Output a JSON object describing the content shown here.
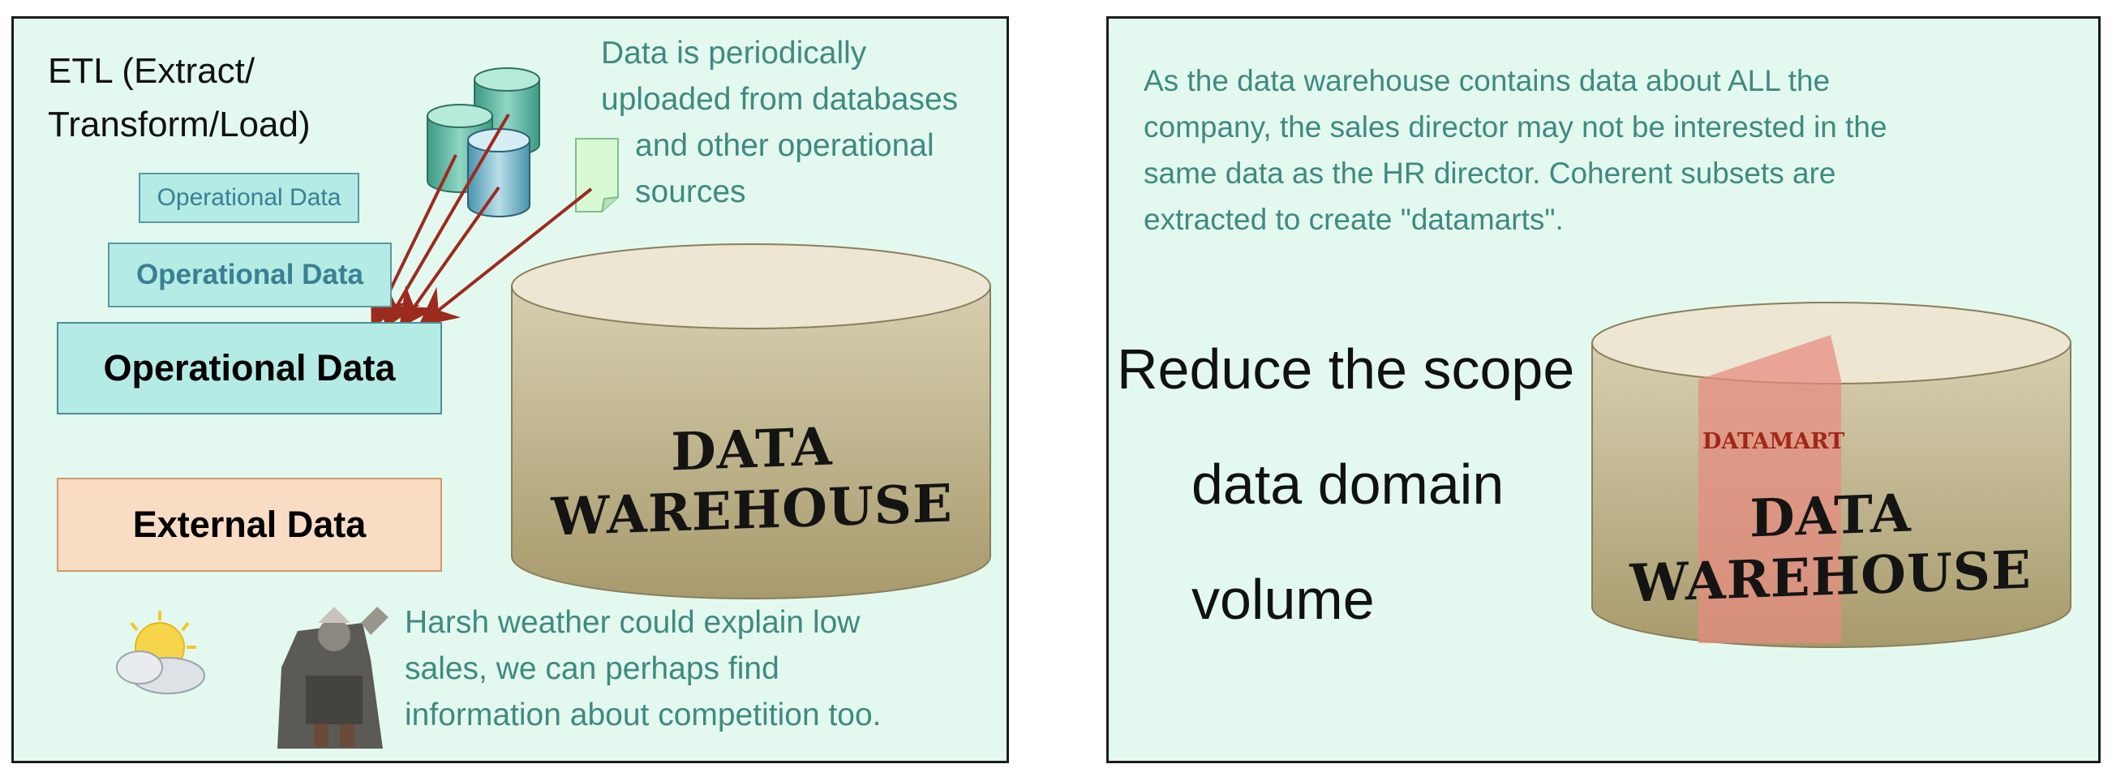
{
  "left_slide": {
    "etl_title": [
      "ETL (Extract/",
      "Transform/Load)"
    ],
    "upload_note": [
      "Data is periodically",
      "uploaded from databases",
      "and other operational",
      "sources"
    ],
    "operational_boxes": [
      "Operational Data",
      "Operational Data",
      "Operational Data"
    ],
    "external_box": "External Data",
    "warehouse_label": "DATA WAREHOUSE",
    "weather_note": [
      "Harsh weather could explain low",
      "sales, we can perhaps find",
      "information about competition too."
    ],
    "icons": [
      "database-cylinder-icon",
      "document-icon",
      "weather-icon",
      "character-icon"
    ]
  },
  "right_slide": {
    "intro": [
      "As the data warehouse contains data about ALL the",
      "company, the sales director may not be interested in the",
      "same data as the HR director. Coherent subsets are",
      "extracted to create \"datamarts\"."
    ],
    "scope_heading": "Reduce the scope",
    "scope_items": [
      "data domain",
      "volume"
    ],
    "datamart_label": "DATAMART",
    "warehouse_label": "DATA WAREHOUSE"
  },
  "colors": {
    "panel_bg": "#e3f9f0",
    "teal_text": "#3f8a80",
    "op_box_fill": "#b4ebe5",
    "external_box_fill": "#f8dcc4",
    "arrow": "#9c2b1f",
    "cylinder": "#b2a67e",
    "datamart": "#e88a80"
  }
}
